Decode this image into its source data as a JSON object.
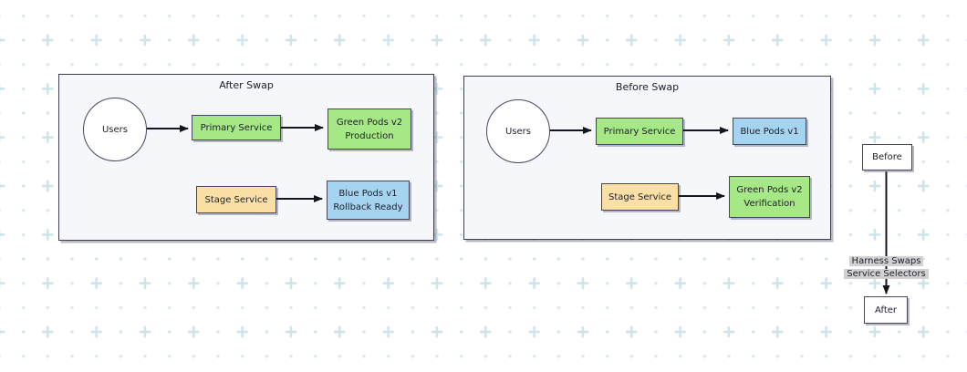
{
  "diagram": {
    "panels": [
      {
        "title": "After Swap",
        "users": "Users",
        "primary_service": "Primary Service",
        "primary_target": "Green Pods v2\nProduction",
        "stage_service": "Stage Service",
        "stage_target": "Blue Pods v1\nRollback Ready"
      },
      {
        "title": "Before Swap",
        "users": "Users",
        "primary_service": "Primary Service",
        "primary_target": "Blue Pods v1",
        "stage_service": "Stage Service",
        "stage_target": "Green Pods v2\nVerification"
      }
    ],
    "swap_flow": {
      "before_label": "Before",
      "after_label": "After",
      "edge_label": "Harness Swaps\nService Selectors"
    },
    "colors": {
      "canvas_bg": "#ffffff",
      "green_node": "#a6e786",
      "blue_node": "#a4d4ef",
      "stage_node": "#fbdfa4",
      "node_border": "#45455f",
      "panel_border": "#3f3f52",
      "panel_fill": "#f6f7fa",
      "node_text": "#20202e",
      "arrow": "#15151f",
      "edge_label_bg": "#d1d1d1",
      "pattern_dot": "#d8eaee",
      "pattern_plus": "#cbe5ea"
    }
  }
}
